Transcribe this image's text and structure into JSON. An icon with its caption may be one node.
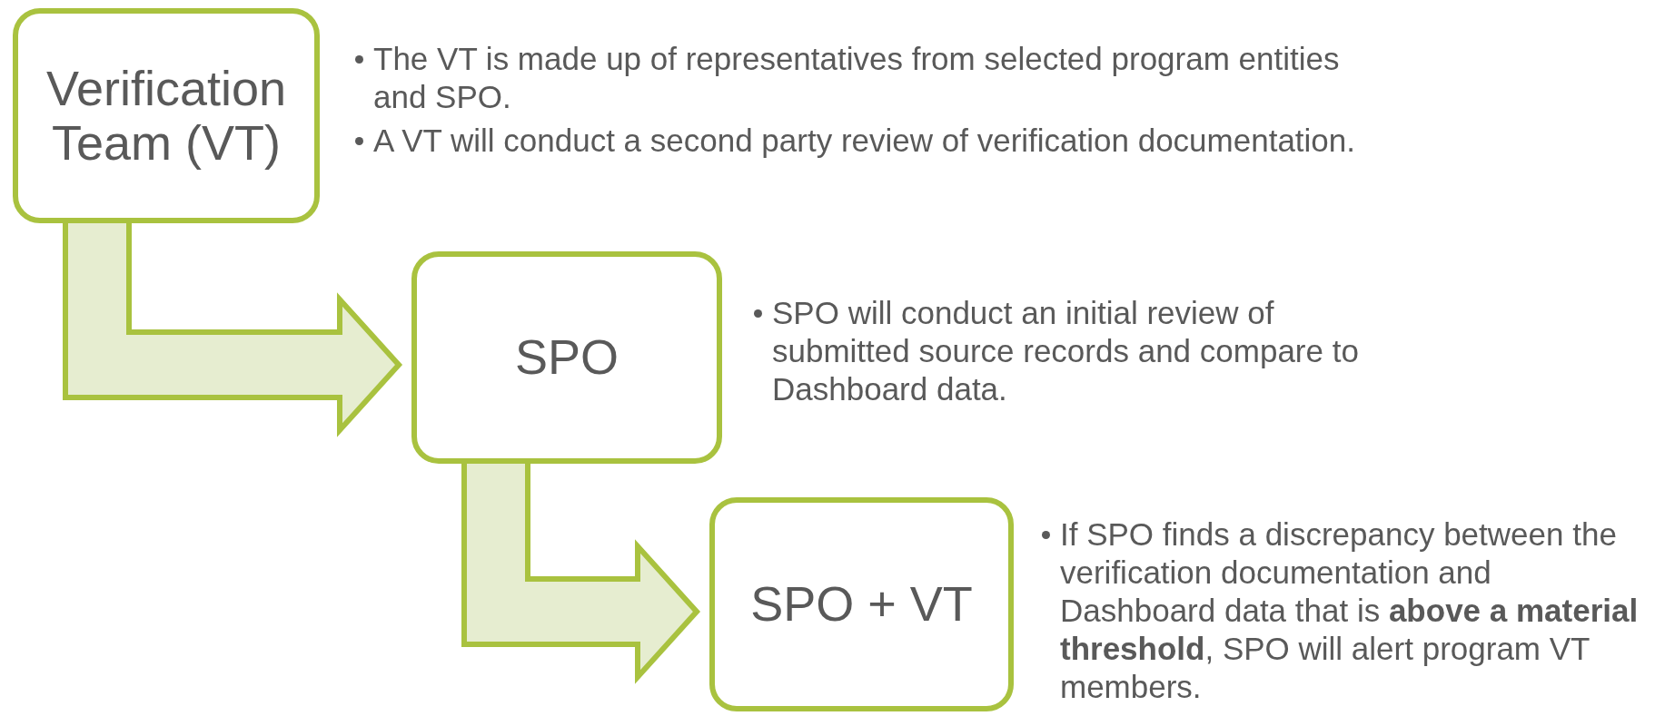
{
  "diagram": {
    "nodes": [
      {
        "text": [
          "Verification Team (VT)"
        ],
        "beside": [
          "The VT is made up of representatives from selected program entities and SPO.",
          "A VT will conduct a second party review of verification documentation."
        ]
      },
      {
        "text": [
          "SPO"
        ],
        "beside": [
          "SPO will conduct an initial review of submitted source records and compare to Dashboard data."
        ]
      },
      {
        "text": [
          "SPO + VT"
        ],
        "beside": [
          "If SPO finds a discrepancy between the verification documentation and Dashboard data that is **above a material threshold**, SPO will alert program VT members."
        ]
      }
    ],
    "edges": [
      {
        "from": 0,
        "to": 1,
        "arrow": "to"
      },
      {
        "from": 1,
        "to": 2,
        "arrow": "to"
      }
    ]
  }
}
